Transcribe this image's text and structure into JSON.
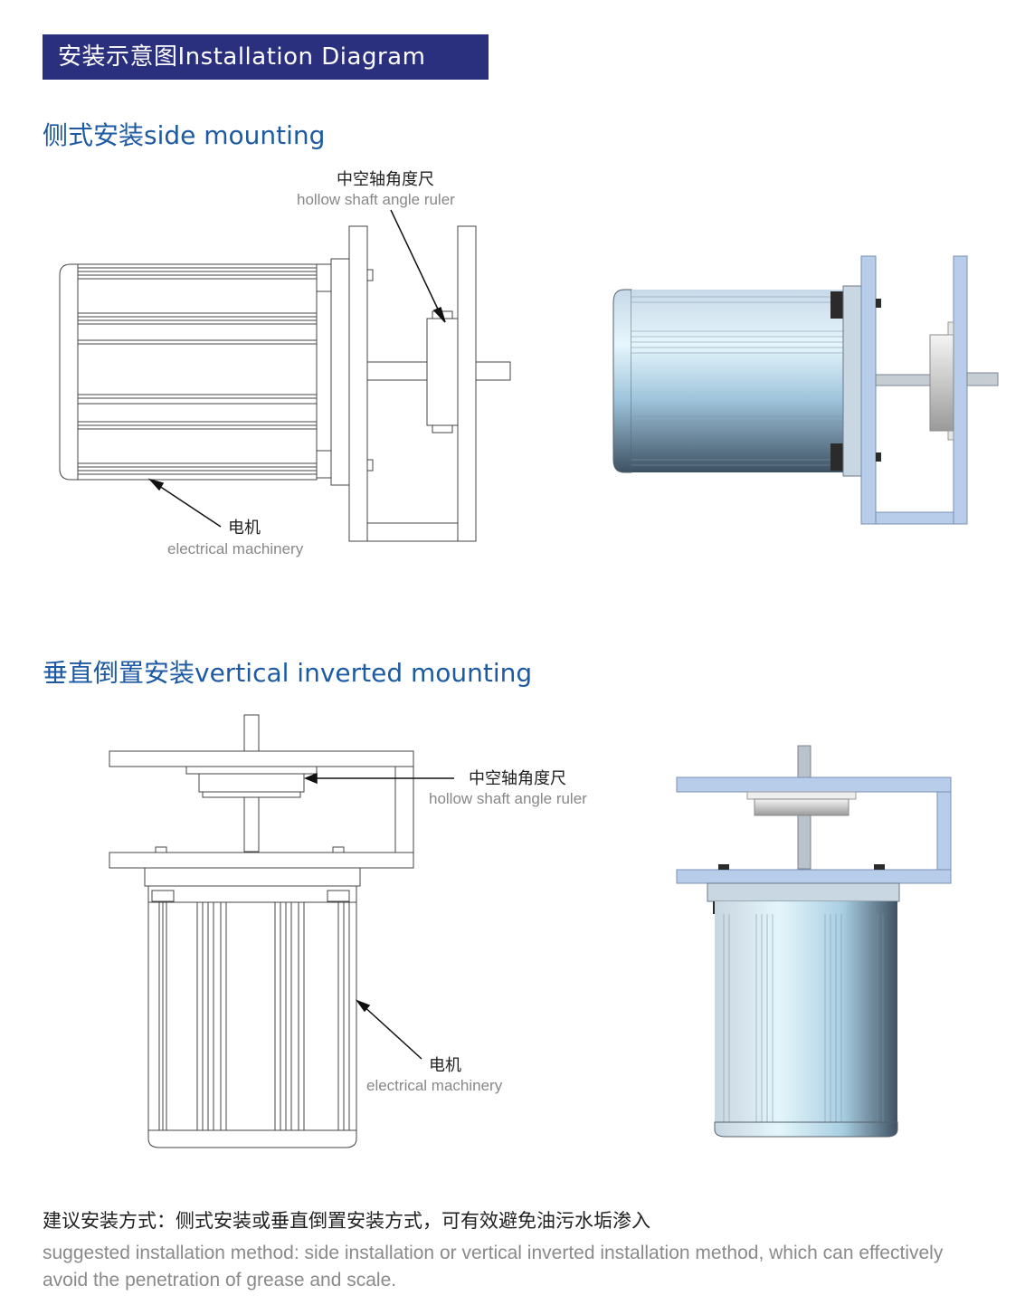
{
  "header": {
    "title": "安装示意图Installation Diagram"
  },
  "side_mounting": {
    "title": "侧式安装side mounting",
    "ruler_label_cn": "中空轴角度尺",
    "ruler_label_en": "hollow shaft angle ruler",
    "motor_label_cn": "电机",
    "motor_label_en": "electrical machinery"
  },
  "vertical_mounting": {
    "title": "垂直倒置安装vertical inverted mounting",
    "ruler_label_cn": "中空轴角度尺",
    "ruler_label_en": "hollow shaft angle ruler",
    "motor_label_cn": "电机",
    "motor_label_en": "electrical machinery"
  },
  "footer": {
    "note_cn": "建议安装方式：侧式安装或垂直倒置安装方式，可有效避免油污水垢渗入",
    "note_en": "suggested installation method: side installation or vertical inverted installation method, which can effectively avoid the penetration of grease and scale."
  },
  "colors": {
    "banner": "#2a2f7e",
    "section_title": "#1d5aa3",
    "bracket_fill": "#b7cdea",
    "motor_gradient_light": "#e3f3fb",
    "motor_gradient_dark": "#3f5266"
  }
}
